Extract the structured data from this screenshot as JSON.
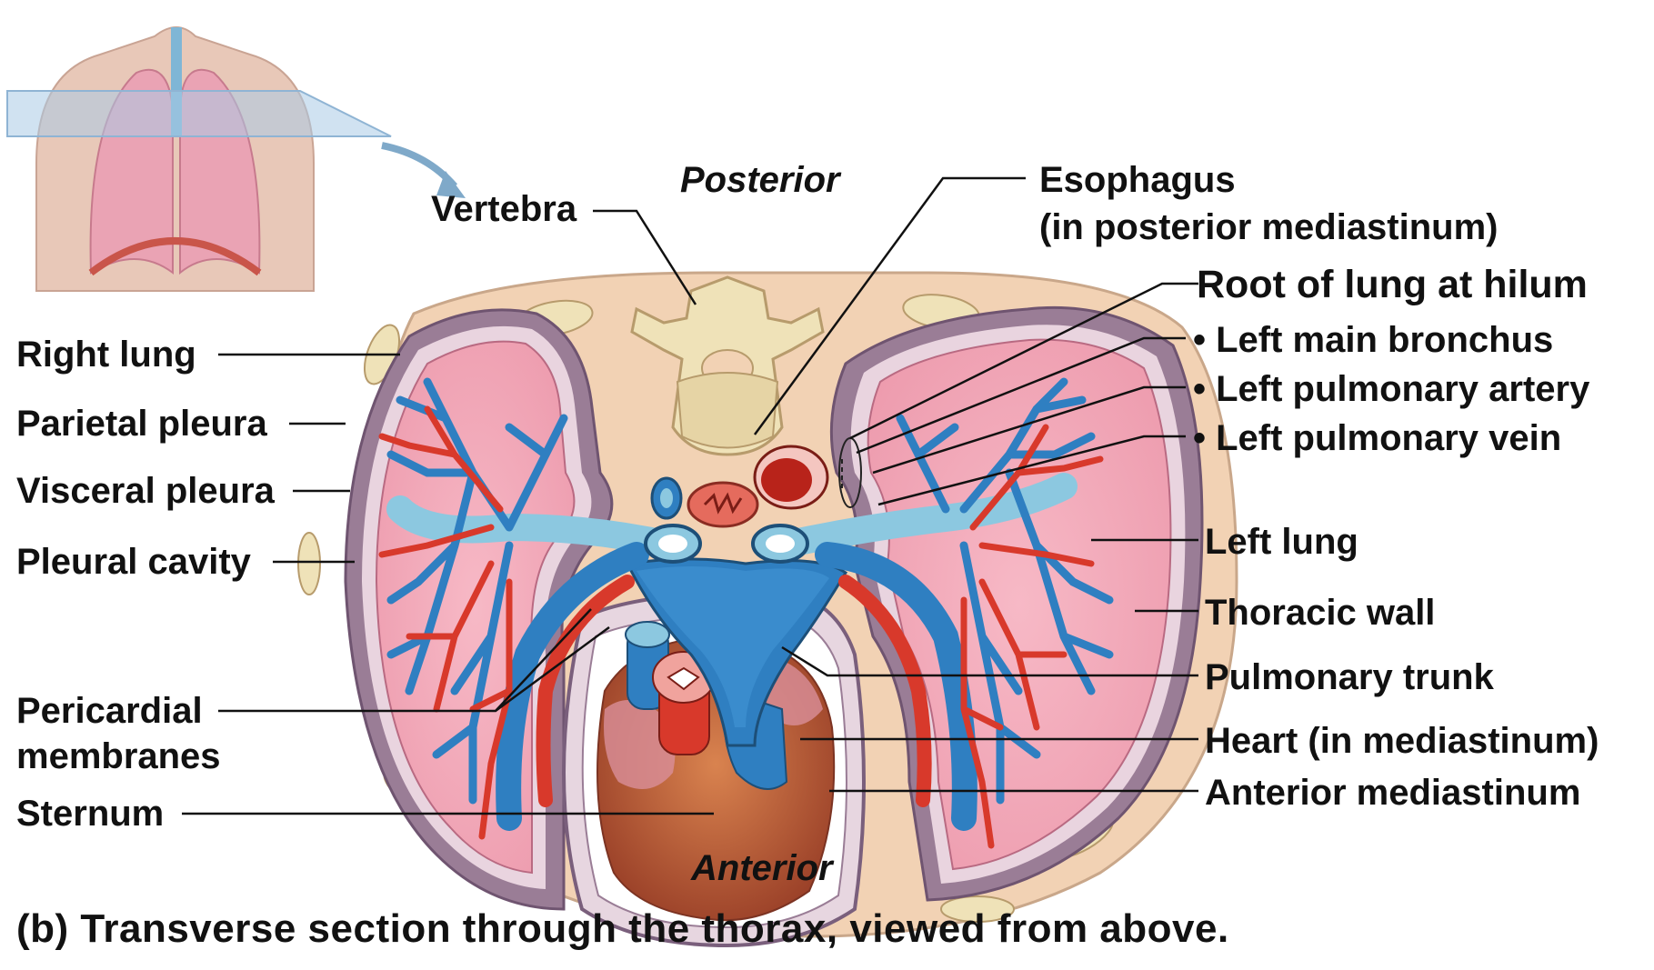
{
  "orientation": {
    "posterior": "Posterior",
    "anterior": "Anterior"
  },
  "labels": {
    "vertebra": "Vertebra",
    "esophagus": "Esophagus",
    "esophagus_note": "(in posterior mediastinum)",
    "root_of_lung": "Root of lung at hilum",
    "left_main_bronchus": "•  Left main bronchus",
    "left_pulmonary_artery": "•  Left pulmonary artery",
    "left_pulmonary_vein": "•  Left pulmonary vein",
    "left_lung": "Left lung",
    "thoracic_wall": "Thoracic wall",
    "pulmonary_trunk": "Pulmonary trunk",
    "heart": "Heart (in mediastinum)",
    "anterior_mediastinum": "Anterior mediastinum",
    "right_lung": "Right lung",
    "parietal_pleura": "Parietal pleura",
    "visceral_pleura": "Visceral pleura",
    "pleural_cavity": "Pleural cavity",
    "pericardial_line1": "Pericardial",
    "pericardial_line2": "membranes",
    "sternum": "Sternum"
  },
  "caption": "(b) Transverse section through the thorax, viewed from above.",
  "colors": {
    "body_wall": "#f2d2b4",
    "lung": "#f2a7b6",
    "pleura": "#8a6f8a",
    "artery": "#d8392b",
    "vein": "#2f7fc1",
    "bronchus": "#8cc8e0",
    "heart": "#c0623e",
    "bone": "#efe2b8"
  }
}
